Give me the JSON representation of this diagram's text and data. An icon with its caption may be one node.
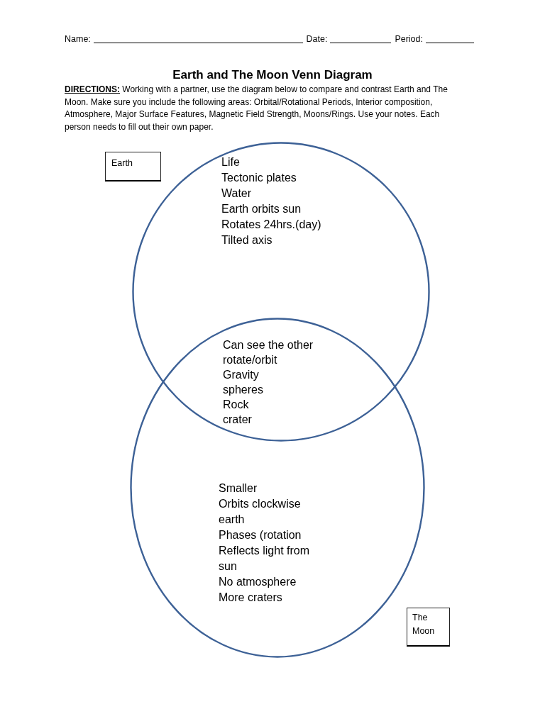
{
  "diagram": {
    "title": "Earth and The Moon Venn Diagram",
    "nodes": [
      {
        "text": [
          "Earth"
        ]
      },
      {
        "text": [
          "Life",
          "Tectonic plates",
          "Water",
          "Earth orbits sun",
          "Rotates 24hrs.(day)",
          "Tilted axis"
        ]
      },
      {
        "text": [
          "Smaller",
          "Orbits clockwise earth",
          "Phases (rotation",
          "Reflects light from sun",
          "No atmosphere",
          "More craters"
        ]
      },
      {
        "text": [
          "The Moon"
        ]
      }
    ],
    "labels": [
      "Name:",
      "Date:",
      "Period:",
      "**DIRECTIONS:** Working with a partner, use the diagram below to compare and contrast Earth and The Moon. Make sure you include the following areas: Orbital/Rotational Periods, Interior composition, Atmosphere, Major Surface Features, Magnetic Field Strength, Moons/Rings. Use your notes. Each person needs to fill out their own paper.",
      "Can see the other rotate/orbit",
      "Gravity",
      "spheres",
      "Rock",
      "crater"
    ]
  }
}
